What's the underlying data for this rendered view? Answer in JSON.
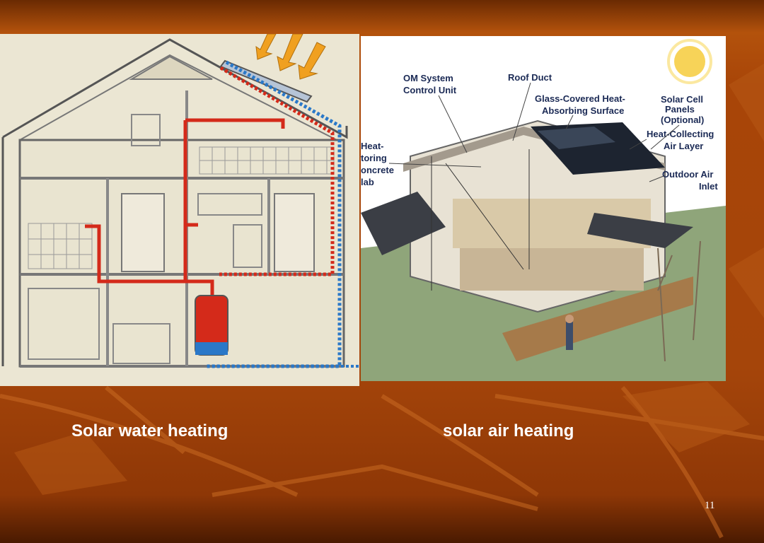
{
  "captions": {
    "left": "Solar water heating",
    "right": "solar air heating"
  },
  "slide_number": "11",
  "diagram_labels": {
    "om_line1": "OM System",
    "om_line2": "Control Unit",
    "roof_duct": "Roof Duct",
    "glass_line1": "Glass-Covered Heat-",
    "glass_line2": "Absorbing Surface",
    "solar_line1": "Solar Cell",
    "solar_line2": "Panels",
    "solar_line3": "(Optional)",
    "heat_coll_line1": "Heat-Collecting",
    "heat_coll_line2": "Air Layer",
    "storing_line1": "Heat-",
    "storing_line2": "toring",
    "storing_line3": "oncrete",
    "storing_line4": "lab",
    "outdoor_line1": "Outdoor Air",
    "outdoor_line2": "Inlet"
  },
  "colors": {
    "hot_pipe": "#d42a1a",
    "cold_pipe": "#2a78c8",
    "sun_arrow": "#f0a020",
    "label": "#1b2a55"
  }
}
